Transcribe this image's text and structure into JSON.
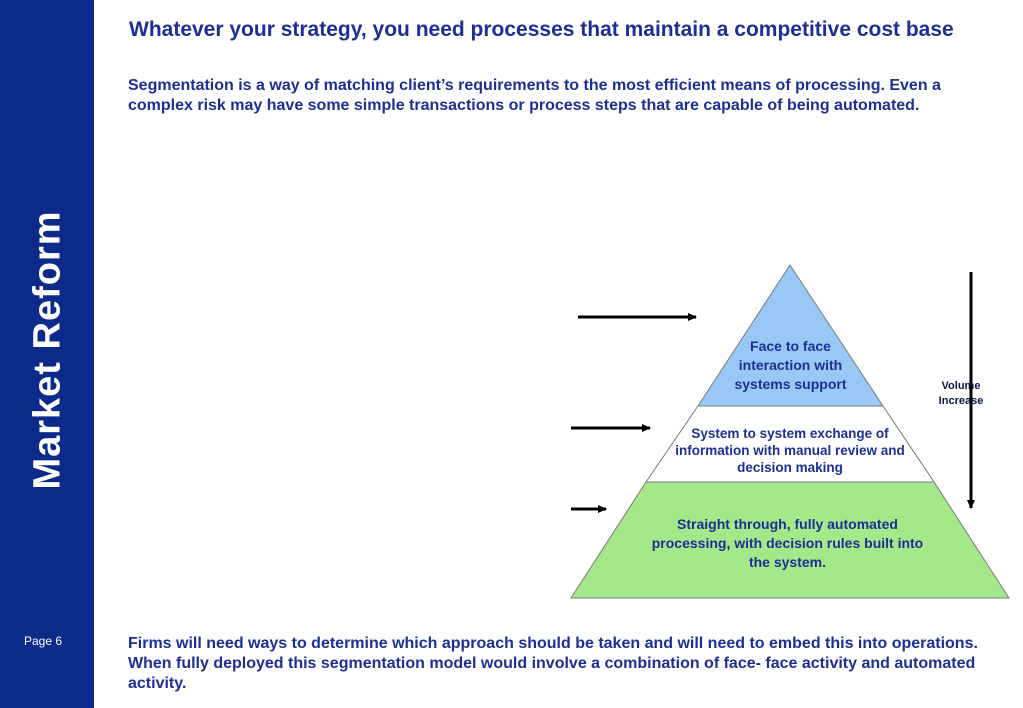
{
  "sidebar": {
    "brand": "Market Reform",
    "page_label": "Page 6",
    "color": "#0c2a8a"
  },
  "title": "Whatever your strategy, you need processes that maintain a competitive cost base",
  "intro": "Segmentation is a way  of matching client’s requirements to the most efficient means of processing. Even a complex risk may have some simple  transactions or process steps that are capable of being automated.",
  "pyramid": {
    "tiers": [
      {
        "label": "Face to face interaction with systems support",
        "color": "#99c8f7"
      },
      {
        "label": "System to system exchange of information with manual review and decision making",
        "color": "#ffffff"
      },
      {
        "label": "Straight through, fully automated processing, with decision rules built into the system.",
        "color": "#a4e88a"
      }
    ]
  },
  "volume_label": "Volume Increase",
  "footer": "Firms will need ways to determine which approach should be taken and will need to embed this into operations. When fully deployed this segmentation model would involve a combination of face- face activity and automated activity."
}
